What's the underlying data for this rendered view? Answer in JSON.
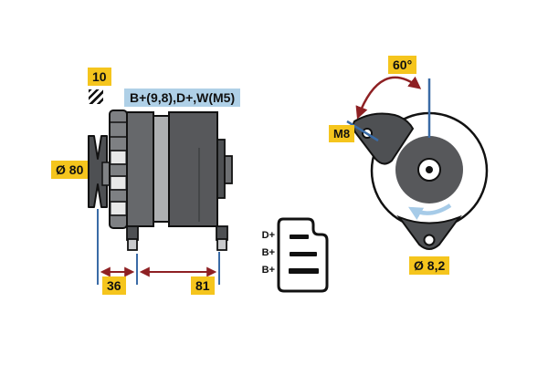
{
  "side_view": {
    "groove_width_label": "10",
    "groove_type_icon": "hatched-square-icon",
    "terminal_label": "B+(9,8),D+,W(M5)",
    "pulley_diameter_label": "Ø 80",
    "dim_pulley_to_foot": "36",
    "dim_foot_to_foot": "81"
  },
  "connector": {
    "pin_labels": [
      "D+",
      "B+",
      "B+"
    ]
  },
  "rear_view": {
    "angle_label": "60°",
    "thread_label": "M8",
    "hole_diameter_label": "Ø 8,2",
    "rotation_icon": "counterclockwise-rotation-arrow-icon"
  },
  "colors": {
    "label_yellow": "#F5C51D",
    "label_blue_bg": "#AFD0E7",
    "dimension_blue": "#3A6BA6",
    "arrow_dark_red": "#8E2023",
    "rotation_arrow_blue": "#A6CBE8",
    "body_dark_gray": "#57585B",
    "body_mid_gray": "#6E7073",
    "stator_light_gray": "#AEB0B2",
    "background": "#FFFFFF"
  }
}
